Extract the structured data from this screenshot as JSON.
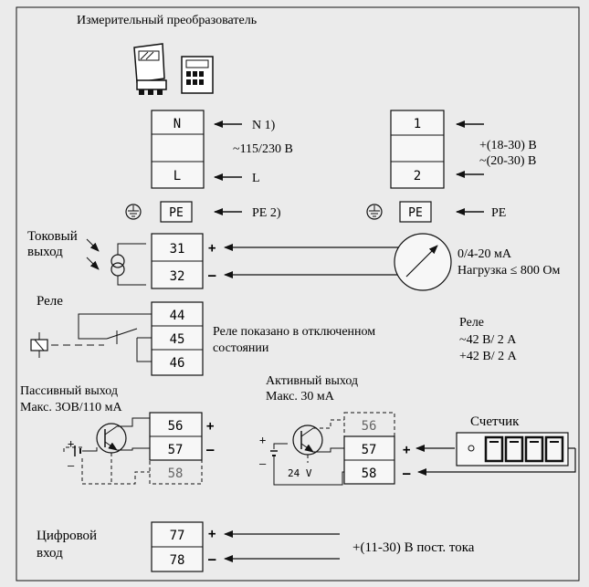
{
  "title": "Измерительный преобразователь",
  "power": {
    "left": {
      "terminals": [
        "N",
        "",
        "L"
      ],
      "label_n": "N  1)",
      "voltage": "~115/230 В",
      "label_l": "L",
      "pe_box": "PE",
      "pe_label": "PE  2)"
    },
    "right": {
      "terminals": [
        "1",
        "",
        "2"
      ],
      "voltage_dc": "+(18-30) В",
      "voltage_ac": "~(20-30) В",
      "pe_box": "PE",
      "pe_label": "PE"
    }
  },
  "current_output": {
    "label_line1": "Токовый",
    "label_line2": "выход",
    "terminals": [
      "31",
      "32"
    ],
    "range": "0/4-20 мА",
    "load": "Нагрузка ≤ 800 Ом"
  },
  "relay": {
    "label": "Реле",
    "terminals": [
      "44",
      "45",
      "46"
    ],
    "note_line1": "Реле показано в отключенном",
    "note_line2": "состоянии",
    "spec_title": "Реле",
    "spec_ac": "~42 В/ 2 А",
    "spec_dc": "+42 В/ 2 А"
  },
  "passive_output": {
    "title": "Пассивный выход",
    "max": "Макс. 3ОВ/110 мА",
    "terminals": [
      "56",
      "57",
      "58"
    ]
  },
  "active_output": {
    "title": "Активный выход",
    "max": "Макс. 30 мА",
    "terminals": [
      "56",
      "57",
      "58"
    ],
    "supply": "24 V"
  },
  "counter": {
    "label": "Счетчик"
  },
  "digital_input": {
    "label_line1": "Цифровой",
    "label_line2": "вход",
    "terminals": [
      "77",
      "78"
    ],
    "voltage": "+(11-30) В пост. тока"
  },
  "colors": {
    "background": "#ebebeb",
    "ink": "#111111",
    "box_fill": "#f7f7f7"
  }
}
